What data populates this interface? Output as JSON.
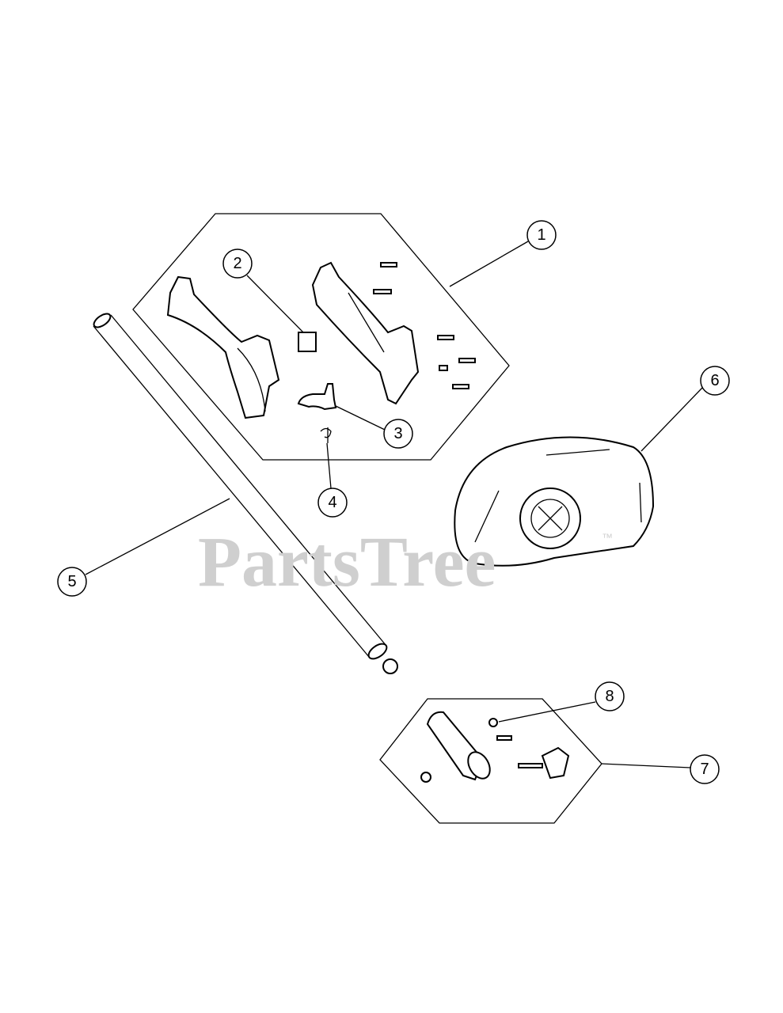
{
  "watermark": {
    "text": "PartsTree",
    "trademark": "™"
  },
  "callouts": [
    "1",
    "2",
    "3",
    "4",
    "5",
    "6",
    "7",
    "8"
  ]
}
